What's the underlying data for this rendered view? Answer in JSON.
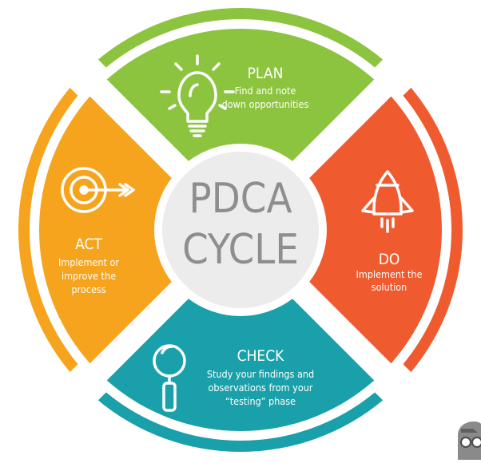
{
  "center": {
    "line1": "PDCA",
    "line2": "CYCLE"
  },
  "segments": {
    "plan": {
      "title": "PLAN",
      "desc": [
        "Find and note",
        "down opportunities"
      ],
      "color": "#8dc43f",
      "icon": "lightbulb-icon"
    },
    "do": {
      "title": "DO",
      "desc": [
        "Implement the",
        "solution"
      ],
      "color": "#ef5a2f",
      "icon": "rocket-icon"
    },
    "check": {
      "title": "CHECK",
      "desc": [
        "Study your findings and",
        "observations from your",
        "“testing” phase"
      ],
      "color": "#19a0aa",
      "icon": "magnifier-icon"
    },
    "act": {
      "title": "ACT",
      "desc": [
        "Implement or",
        "improve the",
        "process"
      ],
      "color": "#f6a41d",
      "icon": "target-icon"
    }
  },
  "colors": {
    "center_fill": "#ececec",
    "center_text": "#8e8e8e",
    "icon_stroke": "#ffffff"
  },
  "logo": {
    "icon": "glasses-face-logo-icon"
  }
}
